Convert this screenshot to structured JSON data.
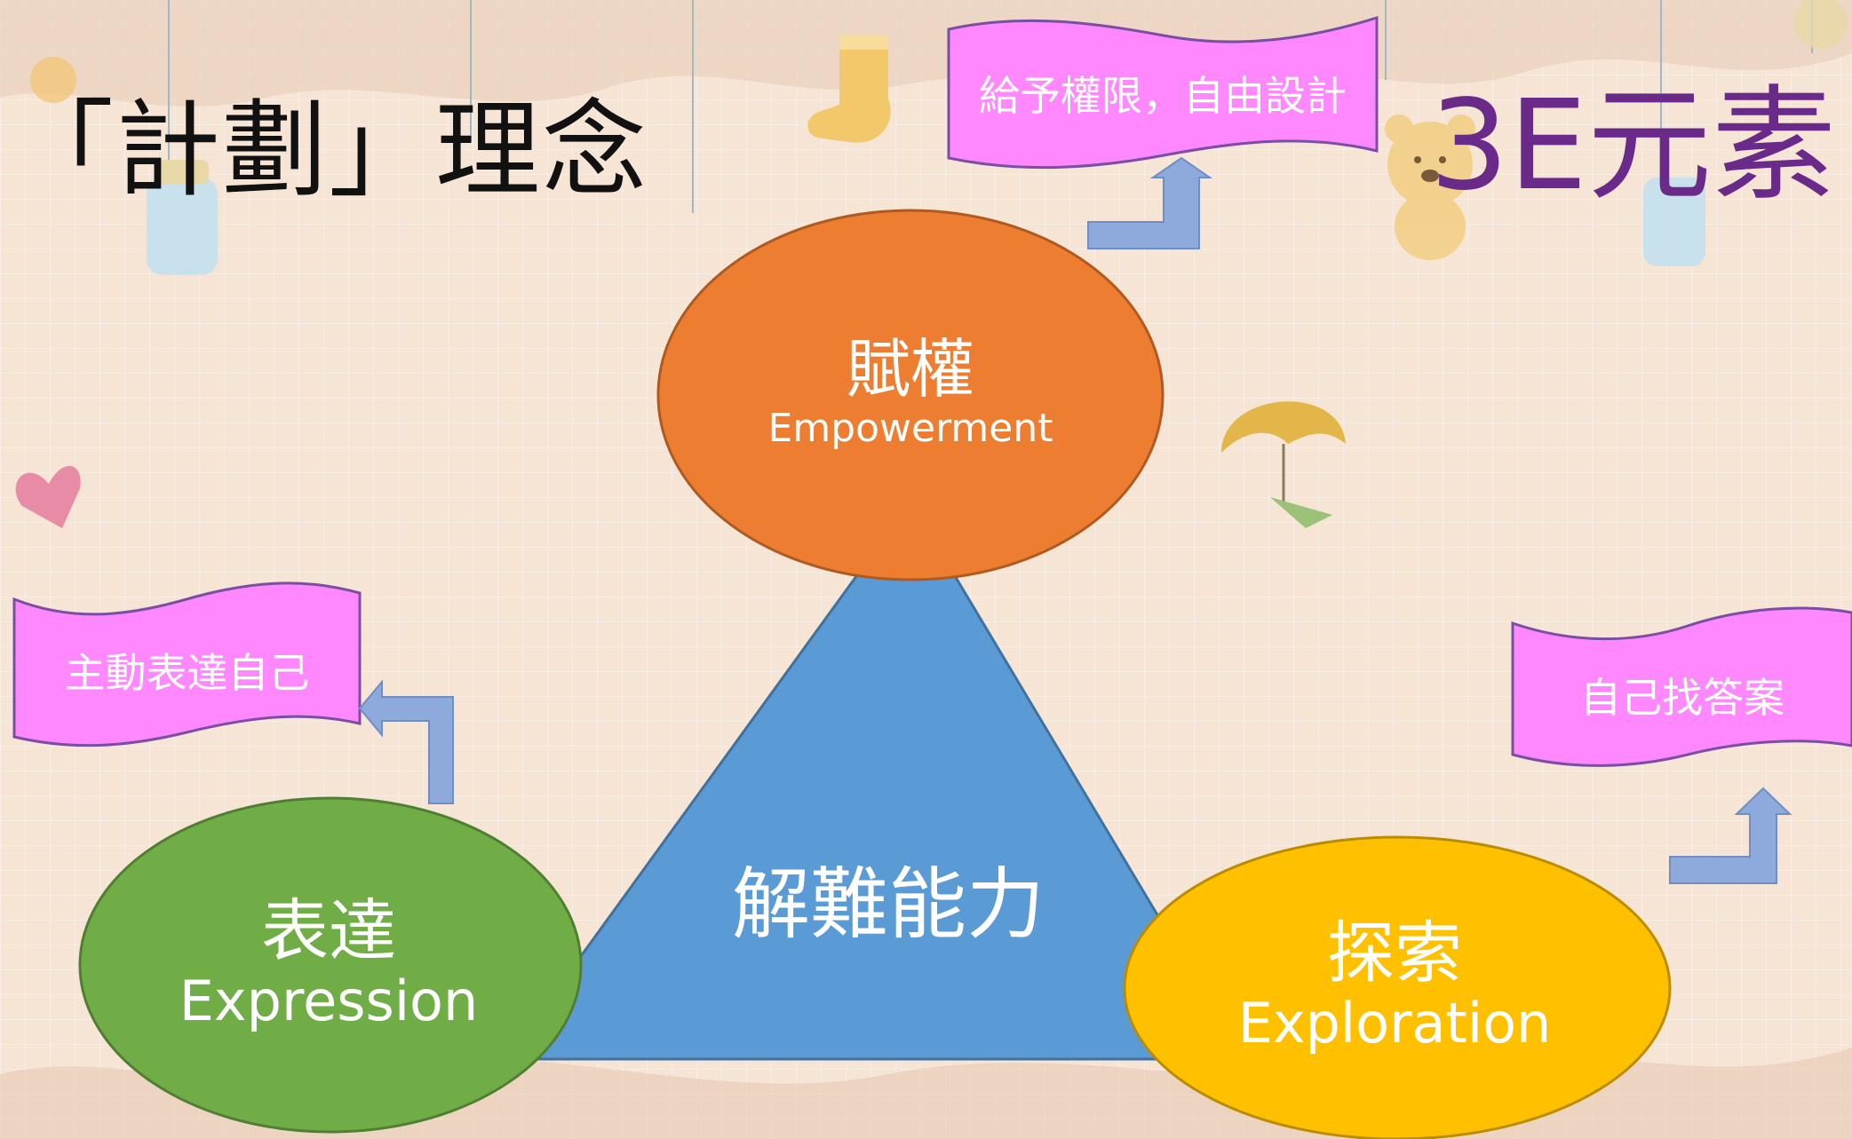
{
  "slide": {
    "title": "「計劃」理念",
    "subtitle": "3E元素"
  },
  "diagram": {
    "center_label": "解難能力",
    "nodes": {
      "empowerment": {
        "zh": "賦權",
        "en": "Empowerment",
        "color": "#ed7d31"
      },
      "expression": {
        "zh": "表達",
        "en": "Expression",
        "color": "#70ad47"
      },
      "exploration": {
        "zh": "探索",
        "en": "Exploration",
        "color": "#ffc000"
      }
    },
    "triangle_color": "#5b9bd5",
    "banners": {
      "empowerment": "給予權限，自由設計",
      "expression": "主動表達自己",
      "exploration": "自己找答案"
    },
    "banner_color": "#ff88ff",
    "arrow_color": "#8ea9db"
  }
}
